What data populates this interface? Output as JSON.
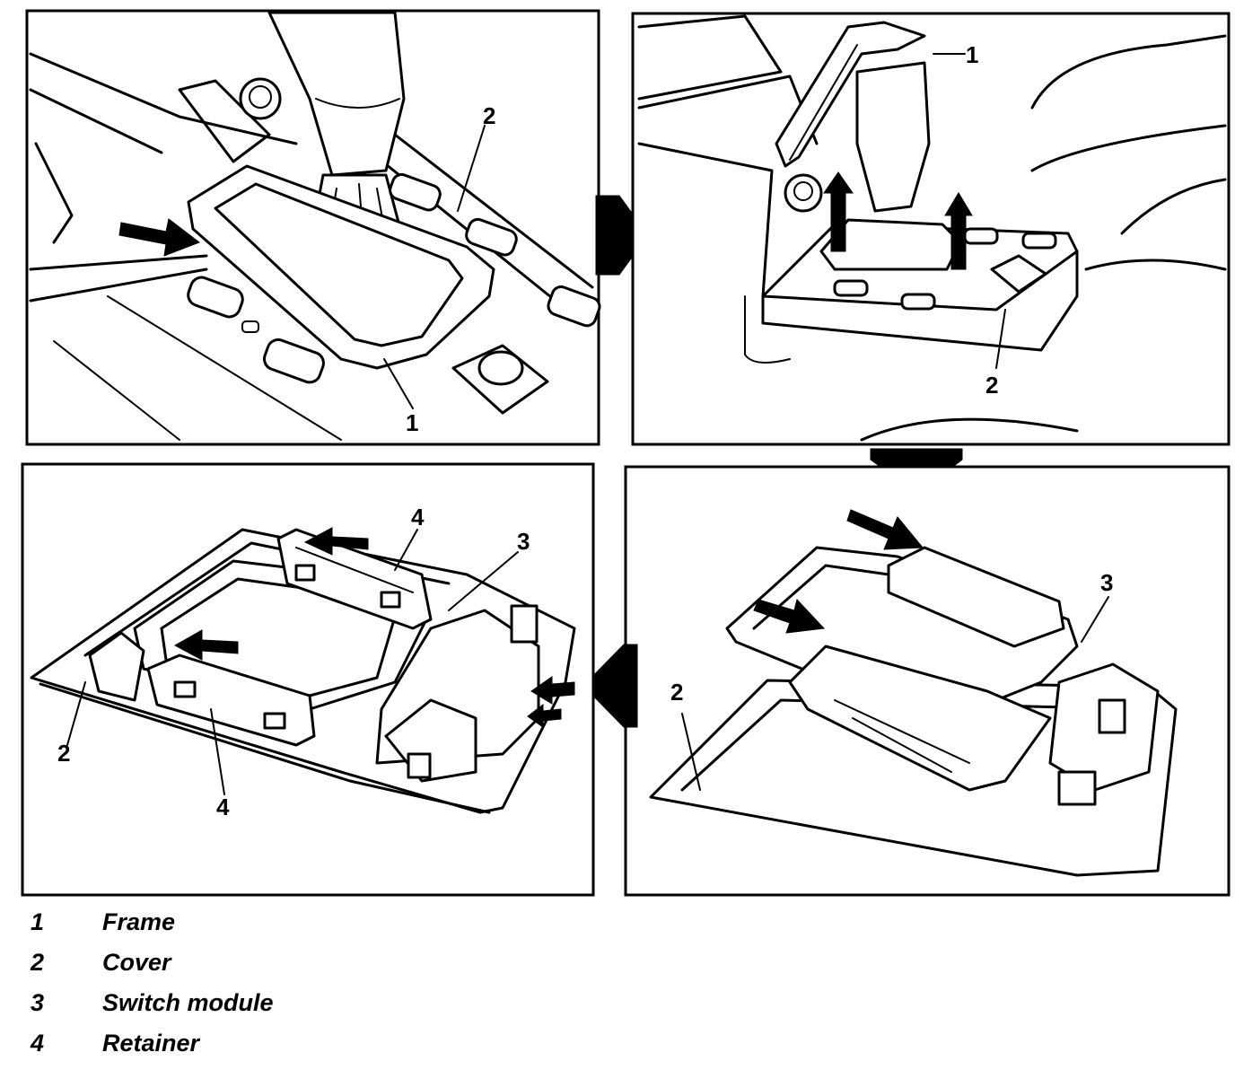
{
  "callouts": {
    "p1_frame": "1",
    "p1_cover": "2",
    "p2_frame": "1",
    "p2_cover": "2",
    "p3_switch": "3",
    "p3_cover": "2",
    "p4_retainer_top": "4",
    "p4_switch": "3",
    "p4_cover": "2",
    "p4_retainer_bottom": "4"
  },
  "legend": [
    {
      "number": "1",
      "label": "Frame"
    },
    {
      "number": "2",
      "label": "Cover"
    },
    {
      "number": "3",
      "label": "Switch module"
    },
    {
      "number": "4",
      "label": "Retainer"
    }
  ]
}
